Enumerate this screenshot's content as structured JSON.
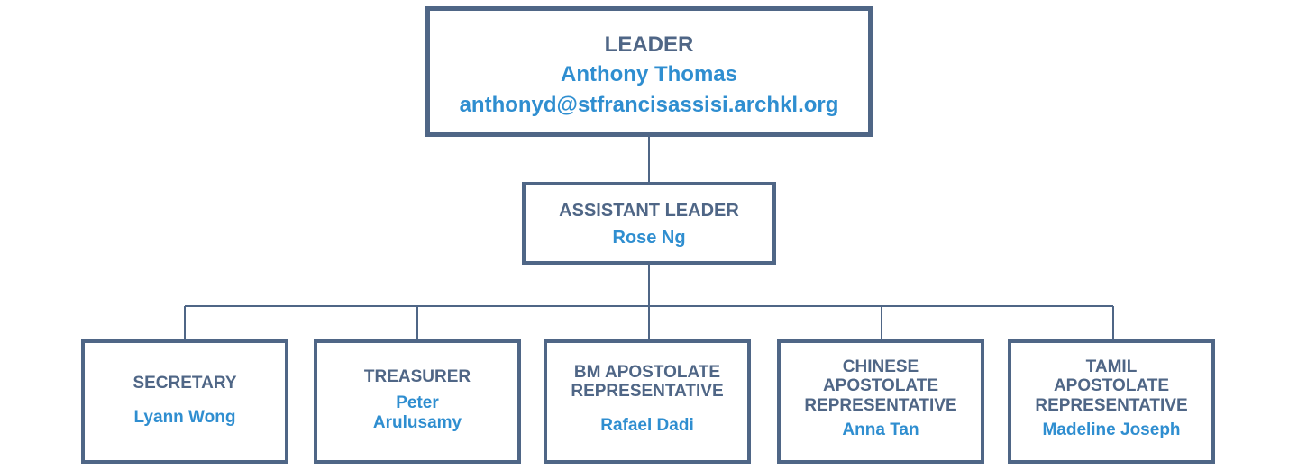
{
  "leader": {
    "role": "LEADER",
    "name": "Anthony Thomas",
    "email": "anthonyd@stfrancisassisi.archkl.org"
  },
  "assistant": {
    "role": "ASSISTANT LEADER",
    "name": "Rose Ng"
  },
  "members": [
    {
      "role_lines": [
        "SECRETARY"
      ],
      "name_lines": [
        "Lyann Wong"
      ]
    },
    {
      "role_lines": [
        "TREASURER"
      ],
      "name_lines": [
        "Peter",
        "Arulusamy"
      ]
    },
    {
      "role_lines": [
        "BM APOSTOLATE",
        "REPRESENTATIVE"
      ],
      "name_lines": [
        "Rafael Dadi"
      ]
    },
    {
      "role_lines": [
        "CHINESE",
        "APOSTOLATE",
        "REPRESENTATIVE"
      ],
      "name_lines": [
        "Anna Tan"
      ]
    },
    {
      "role_lines": [
        "TAMIL",
        "APOSTOLATE",
        "REPRESENTATIVE"
      ],
      "name_lines": [
        "Madeline Joseph"
      ]
    }
  ],
  "colors": {
    "border": "#4f6686",
    "role_text": "#4f6686",
    "name_text": "#2f8ed0",
    "connector": "#4f6686"
  }
}
